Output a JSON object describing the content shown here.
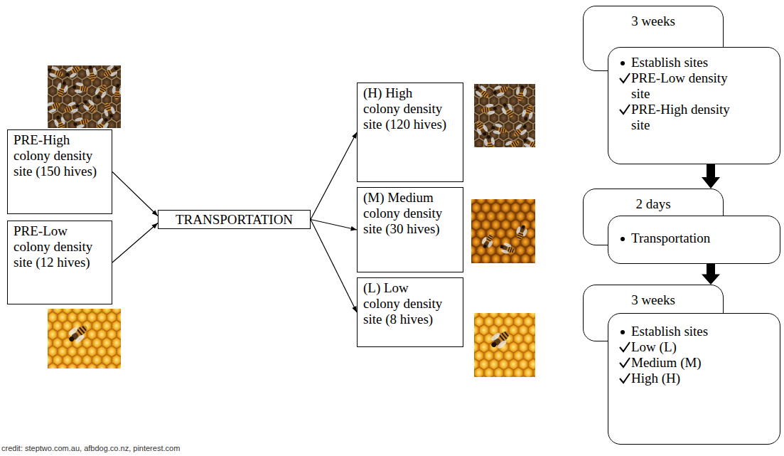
{
  "diagram": {
    "nodes": [
      {
        "text": [
          "PRE-High colony density site (150 hives)"
        ]
      },
      {
        "text": [
          "PRE-Low colony density site (12 hives)"
        ]
      },
      {
        "text": [
          "TRANSPORTATION"
        ]
      },
      {
        "text": [
          "(H) High colony density site (120 hives)"
        ]
      },
      {
        "text": [
          "(M) Medium colony density site (30 hives)"
        ]
      },
      {
        "text": [
          "(L) Low colony density site (8 hives)"
        ]
      },
      {
        "text": [
          "3 weeks"
        ]
      },
      {
        "text": [
          "Establish sites",
          "PRE-Low density site",
          "PRE-High density site"
        ]
      },
      {
        "text": [
          "2 days"
        ]
      },
      {
        "text": [
          "Transportation"
        ]
      },
      {
        "text": [
          "3 weeks"
        ]
      },
      {
        "text": [
          "Establish sites",
          "Low (L)",
          "Medium (M)",
          "High (H)"
        ]
      }
    ],
    "edges": [
      {
        "from": 0,
        "to": 2,
        "arrow": "to"
      },
      {
        "from": 1,
        "to": 2,
        "arrow": "to"
      },
      {
        "from": 2,
        "to": 3,
        "arrow": "to"
      },
      {
        "from": 2,
        "to": 4,
        "arrow": "to"
      },
      {
        "from": 2,
        "to": 5,
        "arrow": "to"
      },
      {
        "from": 7,
        "to": 8,
        "arrow": "to"
      },
      {
        "from": 9,
        "to": 10,
        "arrow": "to"
      }
    ],
    "labels": [
      "credit: steptwo.com.au, afbdog.co.nz, pinterest.com"
    ]
  }
}
